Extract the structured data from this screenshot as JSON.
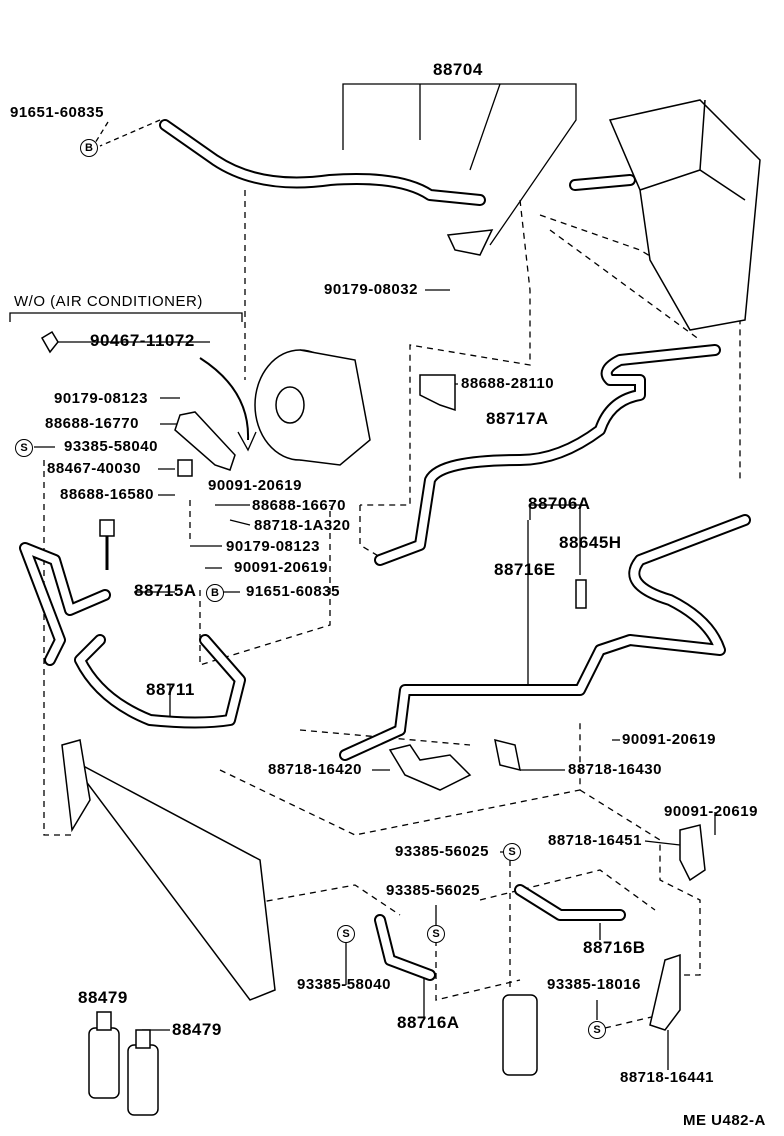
{
  "diagram": {
    "section_note": "W/O (AIR CONDITIONER)",
    "figure_code": "ME U482-A",
    "symbols": {
      "bolt_mark": "B",
      "screw_mark": "S"
    },
    "labels": [
      "88704",
      "91651-60835",
      "90467-11072",
      "90179-08123",
      "88688-16770",
      "93385-58040",
      "88467-40030",
      "90091-20619",
      "88688-16580",
      "88688-16670",
      "88718-1A320",
      "90179-08123",
      "90091-20619",
      "88715A",
      "91651-60835",
      "88711",
      "90179-08032",
      "88688-28110",
      "88717A",
      "88706A",
      "88645H",
      "88716E",
      "90091-20619",
      "88718-16420",
      "88718-16430",
      "90091-20619",
      "88718-16451",
      "93385-56025",
      "93385-56025",
      "88716B",
      "93385-58040",
      "88716A",
      "88479",
      "88479",
      "93385-18016",
      "88718-16441"
    ]
  }
}
